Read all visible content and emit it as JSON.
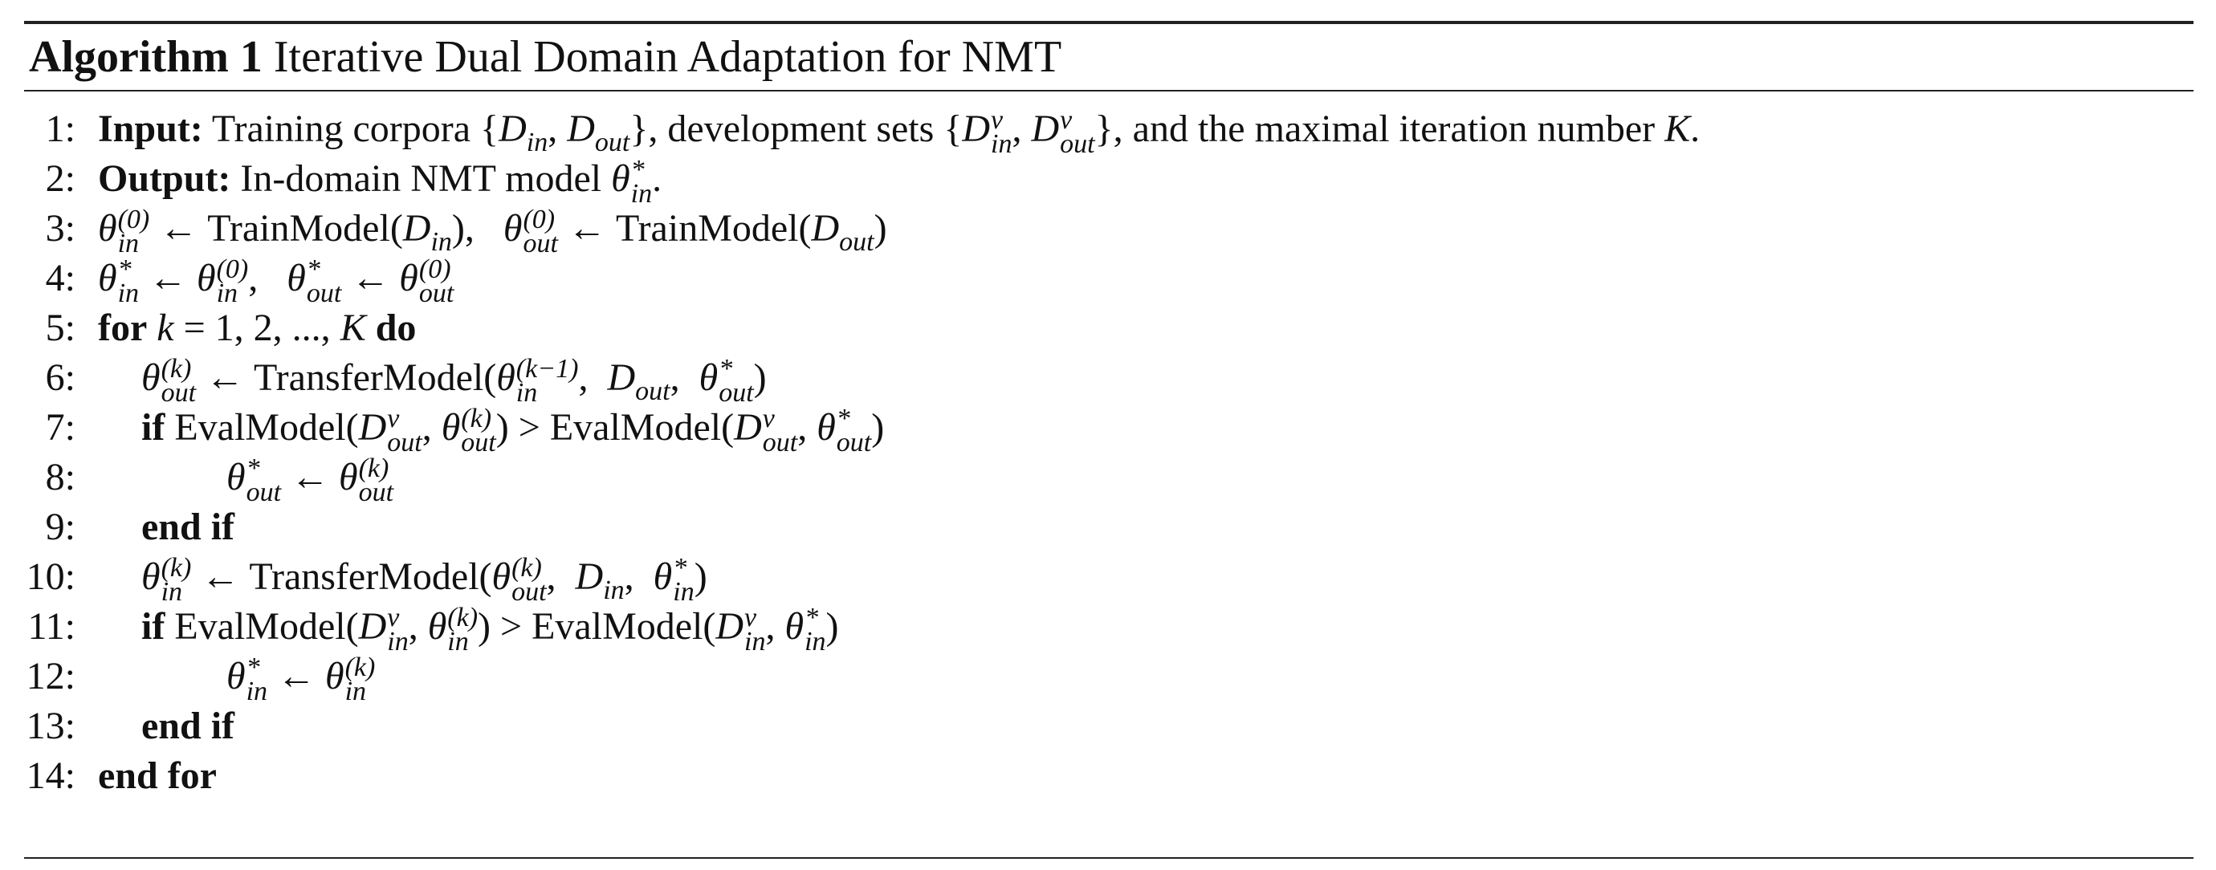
{
  "algorithm": {
    "label": "Algorithm 1",
    "title": "Iterative Dual Domain Adaptation for NMT"
  },
  "lines": [
    {
      "n": "1:",
      "text": "Input: Training corpora {D_in, D_out}, development sets {D^v_in, D^v_out}, and the maximal iteration number K."
    },
    {
      "n": "2:",
      "text": "Output: In-domain NMT model θ*_in."
    },
    {
      "n": "3:",
      "text": "θ_in^(0) ← TrainModel(D_in),   θ_out^(0) ← TrainModel(D_out)"
    },
    {
      "n": "4:",
      "text": "θ*_in ← θ_in^(0),   θ*_out ← θ_out^(0)"
    },
    {
      "n": "5:",
      "text": "for k = 1, 2, ..., K do"
    },
    {
      "n": "6:",
      "text": "θ_out^(k) ← TransferModel(θ_in^(k−1), D_out, θ*_out)"
    },
    {
      "n": "7:",
      "text": "if EvalModel(D^v_out, θ_out^(k)) > EvalModel(D^v_out, θ*_out)"
    },
    {
      "n": "8:",
      "text": "θ*_out ← θ_out^(k)"
    },
    {
      "n": "9:",
      "text": "end if"
    },
    {
      "n": "10:",
      "text": "θ_in^(k) ← TransferModel(θ_out^(k), D_in, θ*_in)"
    },
    {
      "n": "11:",
      "text": "if EvalModel(D^v_in, θ_in^(k)) > EvalModel(D^v_in, θ*_in)"
    },
    {
      "n": "12:",
      "text": "θ*_in ← θ_in^(k)"
    },
    {
      "n": "13:",
      "text": "end if"
    },
    {
      "n": "14:",
      "text": "end for"
    }
  ],
  "keywords": {
    "input": "Input:",
    "output": "Output:",
    "for": "for",
    "do": "do",
    "if": "if",
    "end_if": "end if",
    "end_for": "end for"
  },
  "functions": {
    "train": "TrainModel",
    "transfer": "TransferModel",
    "eval": "EvalModel"
  },
  "phrases": {
    "training_corpora": "Training corpora",
    "development_sets": ", development sets",
    "maximal_iter": ", and the maximal iteration number",
    "in_domain_model": "In-domain NMT model",
    "loop_range": "= 1, 2, ..., "
  }
}
